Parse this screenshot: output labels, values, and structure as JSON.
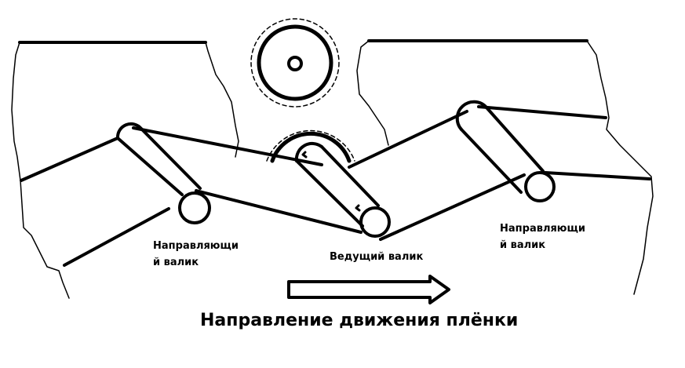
{
  "diagram": {
    "description": "Film transport mechanism: drive sprocket with pressure sprocket, guide rollers on each side",
    "labels": {
      "left_guide_roller": "Направляющи\nй валик",
      "drive_roller": "Ведущий валик",
      "right_guide_roller": "Направляющи\nй валик",
      "direction": "Направление движения плёнки"
    },
    "components": [
      "upper-sprocket",
      "drive-sprocket",
      "drive-roller",
      "left-guide-roller",
      "right-guide-roller",
      "film-strip",
      "direction-arrow"
    ],
    "colors": {
      "stroke": "#000000",
      "background": "#ffffff"
    }
  }
}
